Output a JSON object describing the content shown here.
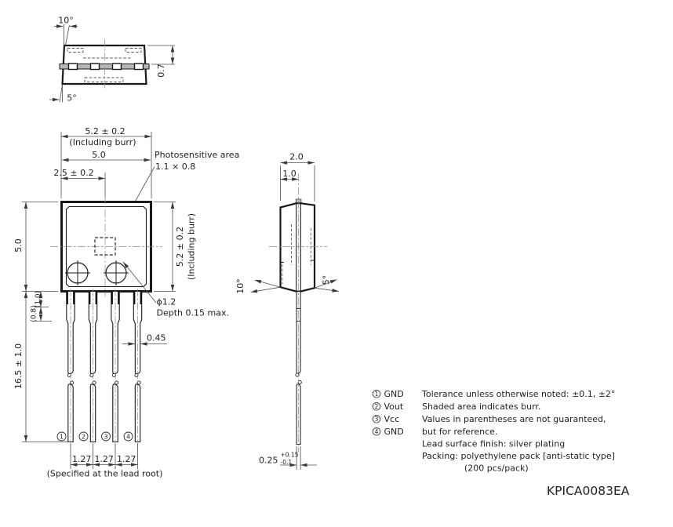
{
  "drawing": {
    "top_view": {
      "angle_top": "10°",
      "angle_bottom": "5°",
      "dim_step": "0.7"
    },
    "front_view": {
      "dim_width_burr": "5.2 ± 0.2",
      "note_incl_burr_top": "(Including burr)",
      "dim_width": "5.0",
      "dim_ps_offset": "2.5 ± 0.2",
      "ps_label": "Photosensitive area",
      "ps_size": "1.1 × 0.8",
      "dim_height_burr": "5.2 ± 0.2",
      "note_incl_burr_right": "(Including burr)",
      "dim_body_height": "5.0",
      "dim_lead_length": "16.5 ± 1.0",
      "dim_root_a": "(0.8)",
      "dim_root_b": "(1.0)",
      "hole_dia": "ϕ1.2",
      "hole_depth": "Depth 0.15 max.",
      "dim_lead_width": "0.45",
      "pin_numbers": [
        "1",
        "2",
        "3",
        "4"
      ],
      "dim_pitch": [
        "1.27",
        "1.27",
        "1.27"
      ],
      "pitch_note": "(Specified at the lead root)"
    },
    "side_view": {
      "dim_depth": "2.0",
      "dim_front": "1.0",
      "angle_left": "10°",
      "angle_right": "5°",
      "dim_lead_thickness": "0.25",
      "tol_plus": "+0.15",
      "tol_minus": "-0.1"
    },
    "notes": {
      "pins": [
        {
          "num": "1",
          "label": "GND"
        },
        {
          "num": "2",
          "label": "Vout"
        },
        {
          "num": "3",
          "label": "Vcc"
        },
        {
          "num": "4",
          "label": "GND"
        }
      ],
      "lines": [
        "Tolerance unless otherwise noted: ±0.1, ±2°",
        "Shaded area indicates burr.",
        "Values in parentheses are not guaranteed,",
        "but for reference.",
        "Lead surface finish: silver plating",
        "Packing: polyethylene pack [anti-static type]",
        "(200 pcs/pack)"
      ],
      "drawing_number": "KPICA0083EA"
    },
    "colors": {
      "object_line": "#1a1a1a",
      "dimension_line": "#4d4d4d",
      "burr_fill": "#b8b8b8",
      "text": "#1f1f1f",
      "background": "#ffffff"
    }
  }
}
